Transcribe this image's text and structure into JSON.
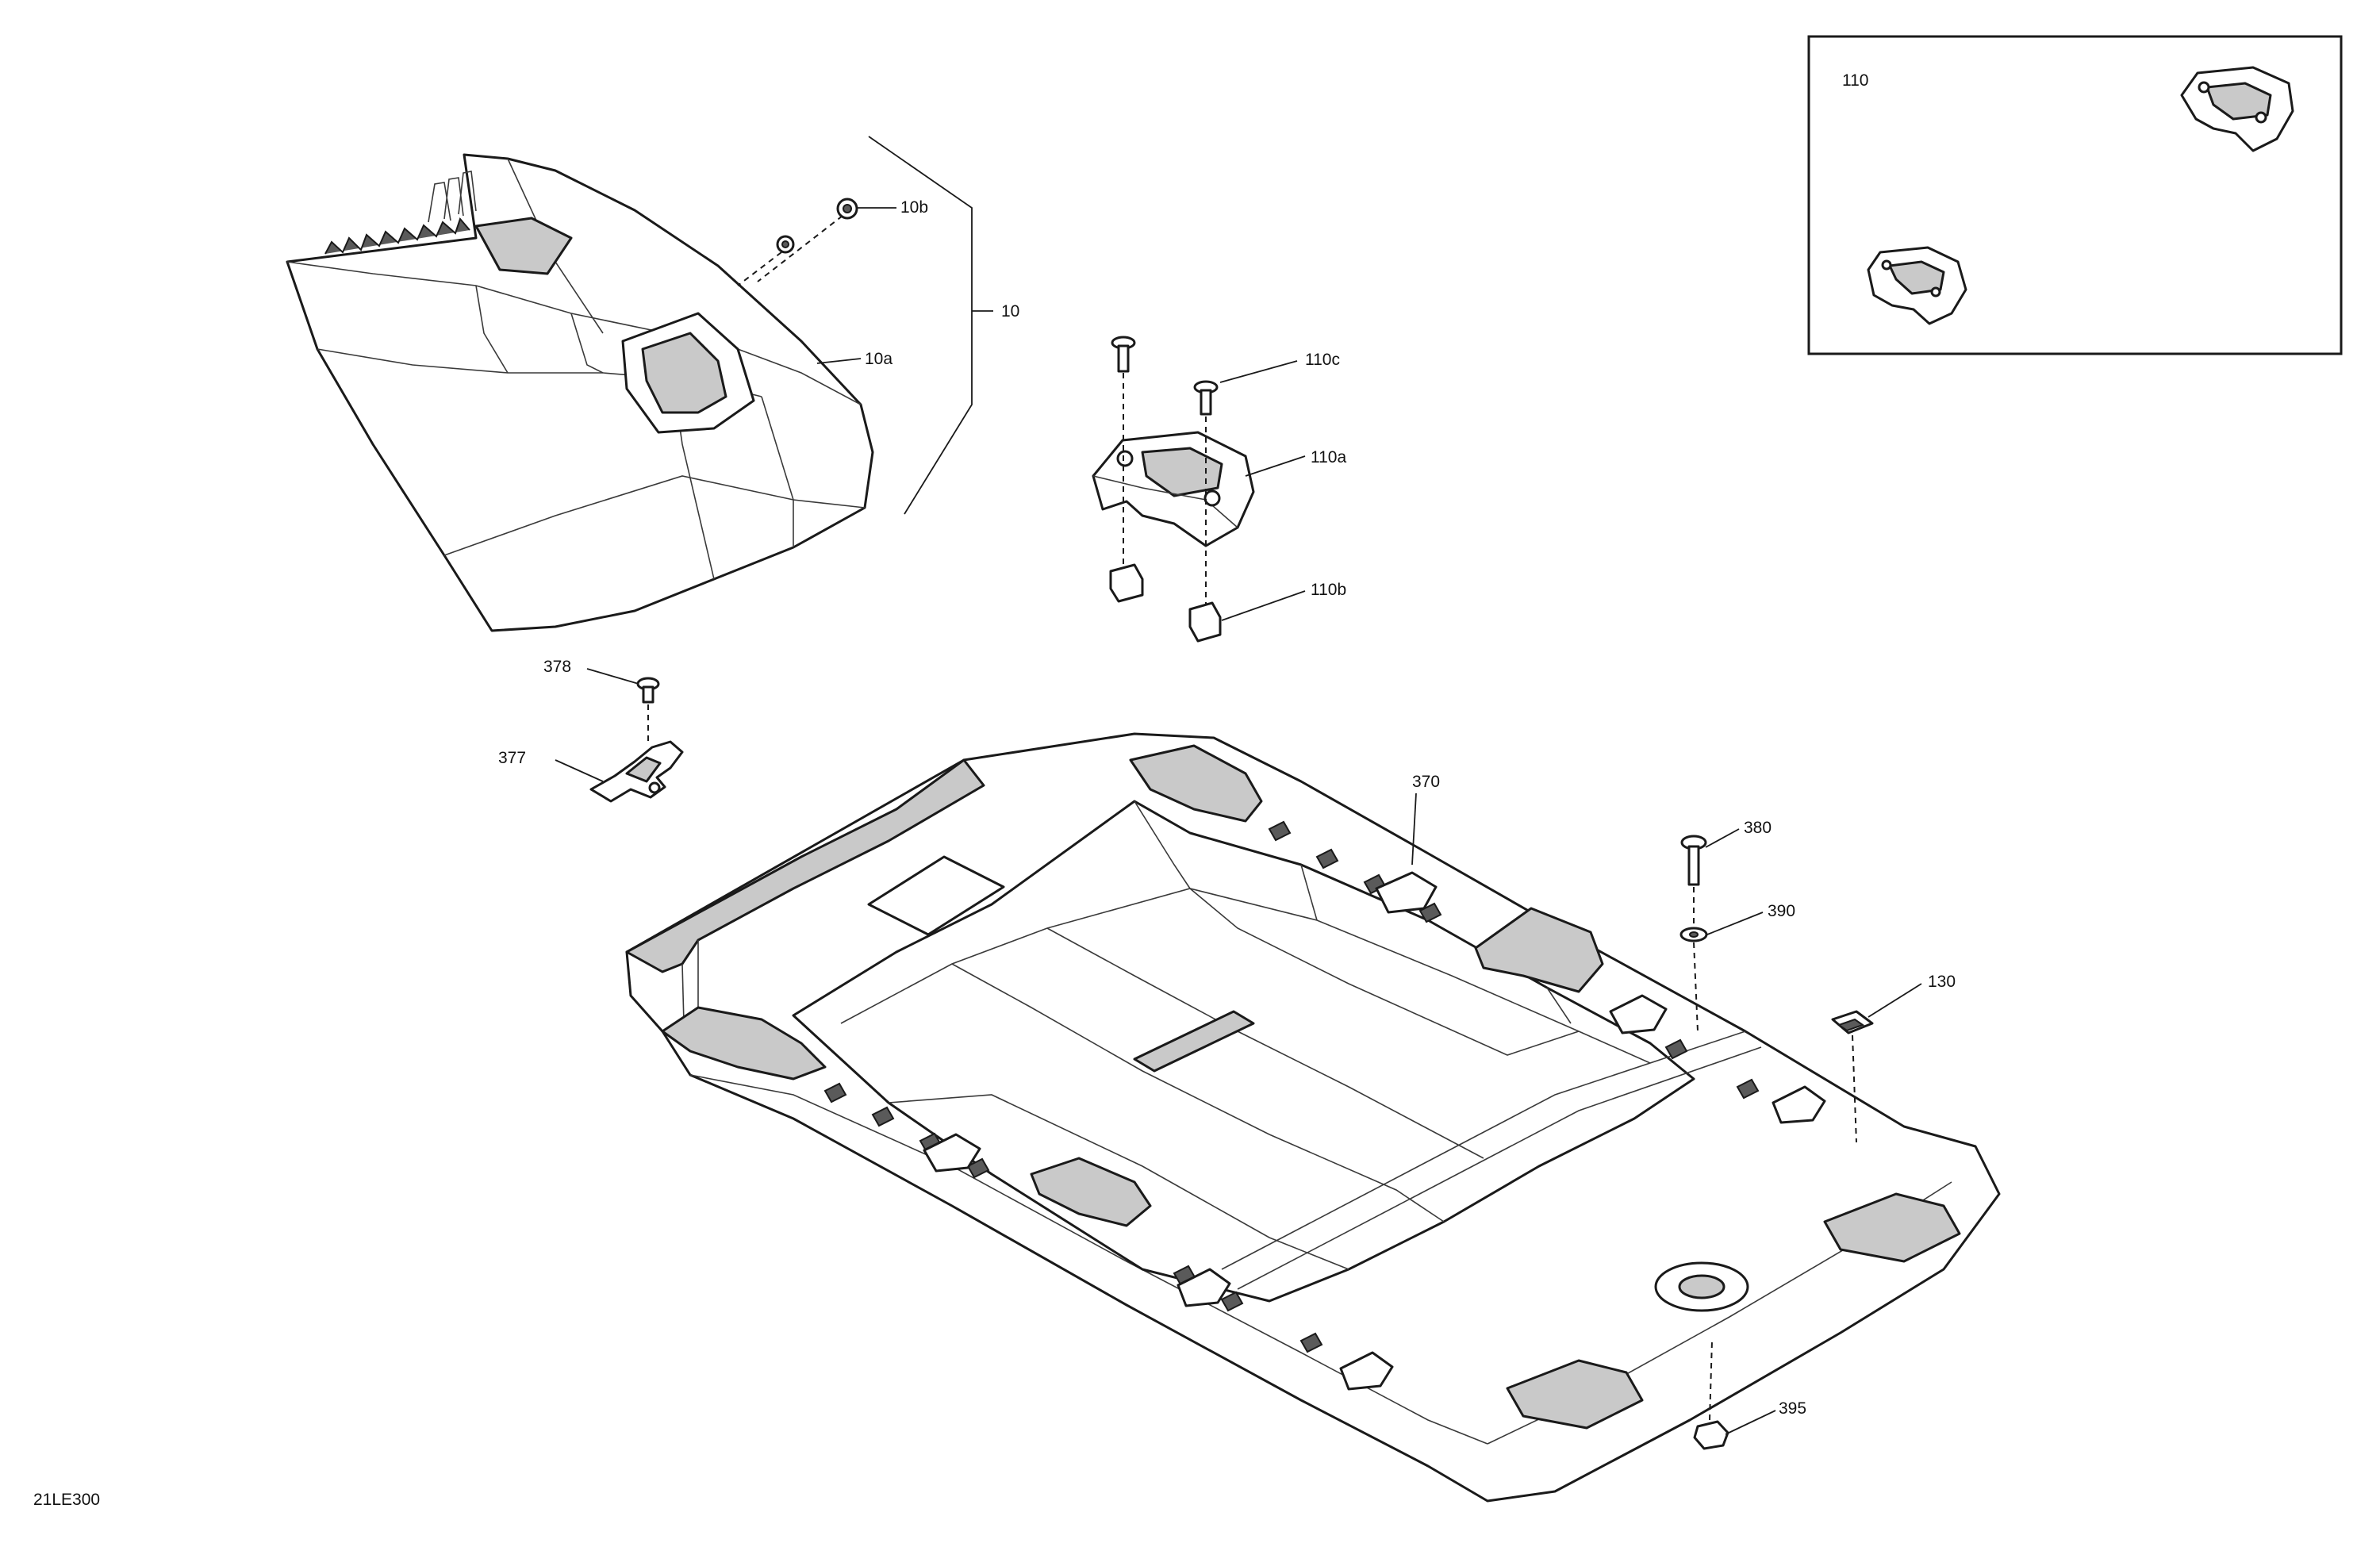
{
  "figure": {
    "reference": "21LE300"
  },
  "callouts": {
    "c10": "10",
    "c10a": "10a",
    "c10b": "10b",
    "c110c": "110c",
    "c110a": "110a",
    "c110b": "110b",
    "c378": "378",
    "c377": "377",
    "c370": "370",
    "c380": "380",
    "c390": "390",
    "c130": "130",
    "c395": "395"
  },
  "inset": {
    "label": "110"
  }
}
